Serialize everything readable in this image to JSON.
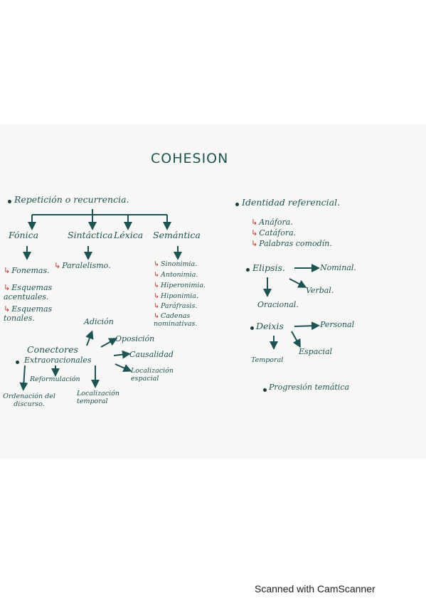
{
  "title": "COHESION",
  "repeticion": {
    "heading": "Repetición o recurrencia.",
    "branches": [
      "Fónica",
      "Sintáctica",
      "Léxica",
      "Semántica"
    ],
    "fonica": [
      "Fonemas.",
      "Esquemas acentuales.",
      "Esquemas tonales."
    ],
    "sintactica": [
      "Paralelismo."
    ],
    "semantica": [
      "Sinonimia.",
      "Antonimia.",
      "Hiperonimia.",
      "Hiponimia.",
      "Paráfrasis.",
      "Cadenas nominativas."
    ]
  },
  "conectores": {
    "heading": "Conectores",
    "sub": "Extraoracionales",
    "items": [
      "Adición",
      "Oposición",
      "Causalidad",
      "Localización espacial",
      "Reformulación",
      "Localización temporal",
      "Ordenación del discurso."
    ]
  },
  "identidad": {
    "heading": "Identidad referencial.",
    "items": [
      "Anáfora.",
      "Catáfora.",
      "Palabras comodín."
    ]
  },
  "elipsis": {
    "heading": "Elipsis.",
    "items": [
      "Nominal.",
      "Verbal.",
      "Oracional."
    ]
  },
  "deixis": {
    "heading": "Deixis",
    "items": [
      "Personal",
      "Espacial",
      "Temporal"
    ]
  },
  "progresion": "Progresión temática",
  "icons": {
    "bullet": "bullet-dot",
    "red_arrow": "↳"
  },
  "colors": {
    "ink": "#1c5452",
    "accent": "#c0312e",
    "footer": "#222222"
  },
  "footer": "Scanned with CamScanner"
}
